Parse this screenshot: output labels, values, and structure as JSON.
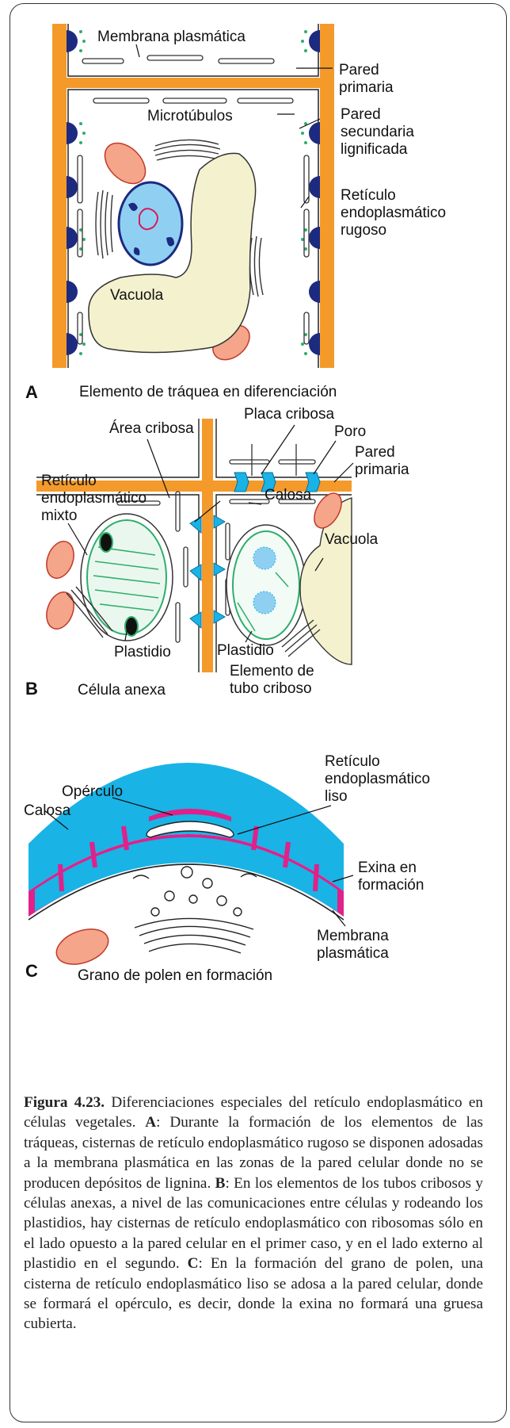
{
  "panels": {
    "A": {
      "letter": "A",
      "title": "Elemento de tráquea en diferenciación",
      "labels": {
        "membrana": "Membrana plasmática",
        "pared_primaria_1": "Pared",
        "pared_primaria_2": "primaria",
        "microtubulos": "Microtúbulos",
        "pared_sec_1": "Pared",
        "pared_sec_2": "secundaria",
        "pared_sec_3": "lignificada",
        "reticulo_1": "Retículo",
        "reticulo_2": "endoplasmático",
        "reticulo_3": "rugoso",
        "vacuola": "Vacuola"
      }
    },
    "B": {
      "letter": "B",
      "title_left": "Célula anexa",
      "title_right_1": "Elemento de",
      "title_right_2": "tubo criboso",
      "labels": {
        "area_cribosa": "Área cribosa",
        "placa_cribosa": "Placa cribosa",
        "poro": "Poro",
        "pared_primaria_1": "Pared",
        "pared_primaria_2": "primaria",
        "reticulo_1": "Retículo",
        "reticulo_2": "endoplasmático",
        "reticulo_3": "mixto",
        "calosa": "Calosa",
        "vacuola": "Vacuola",
        "plastidio_left": "Plastidio",
        "plastidio_right": "Plastidio"
      }
    },
    "C": {
      "letter": "C",
      "title": "Grano de polen en formación",
      "labels": {
        "operculo": "Opérculo",
        "calosa": "Calosa",
        "reticulo_1": "Retículo",
        "reticulo_2": "endoplasmático",
        "reticulo_3": "liso",
        "exina_1": "Exina en",
        "exina_2": "formación",
        "membrana_1": "Membrana",
        "membrana_2": "plasmática"
      }
    }
  },
  "caption": {
    "figure_label": "Figura 4.23.",
    "intro": " Diferenciaciones especiales del retículo endoplasmático en células vegetales. ",
    "a_label": "A",
    "a_text": ": Durante la formación de los elementos de las tráqueas, cisternas de retículo endoplasmático rugoso se disponen adosadas a la membrana plasmática en las zonas de la pared celular donde no se producen depósitos de lignina. ",
    "b_label": "B",
    "b_text": ": En los elementos de los tubos cribosos y células anexas, a nivel de las comunicaciones entre células y rodeando los plastidios, hay cisternas de retículo endoplasmático con ribosomas sólo en el lado opuesto a la pared celular en el primer caso, y en el lado externo al plastidio en el segundo. ",
    "c_label": "C",
    "c_text": ": En la formación del grano de polen, una cisterna de retículo endoplasmático liso se adosa a la pared celular, donde se formará el opérculo, es decir, donde la exina no formará una gruesa cubierta."
  },
  "colors": {
    "wall": "#f39a2b",
    "secondary_wall": "#1c2a80",
    "callose": "#19b3e6",
    "exine": "#e0218a",
    "mito": "#f4a58a",
    "nucleus": "#8fd0f2",
    "vacuole": "#f4f1cf",
    "plastid": "#2fae6b"
  }
}
